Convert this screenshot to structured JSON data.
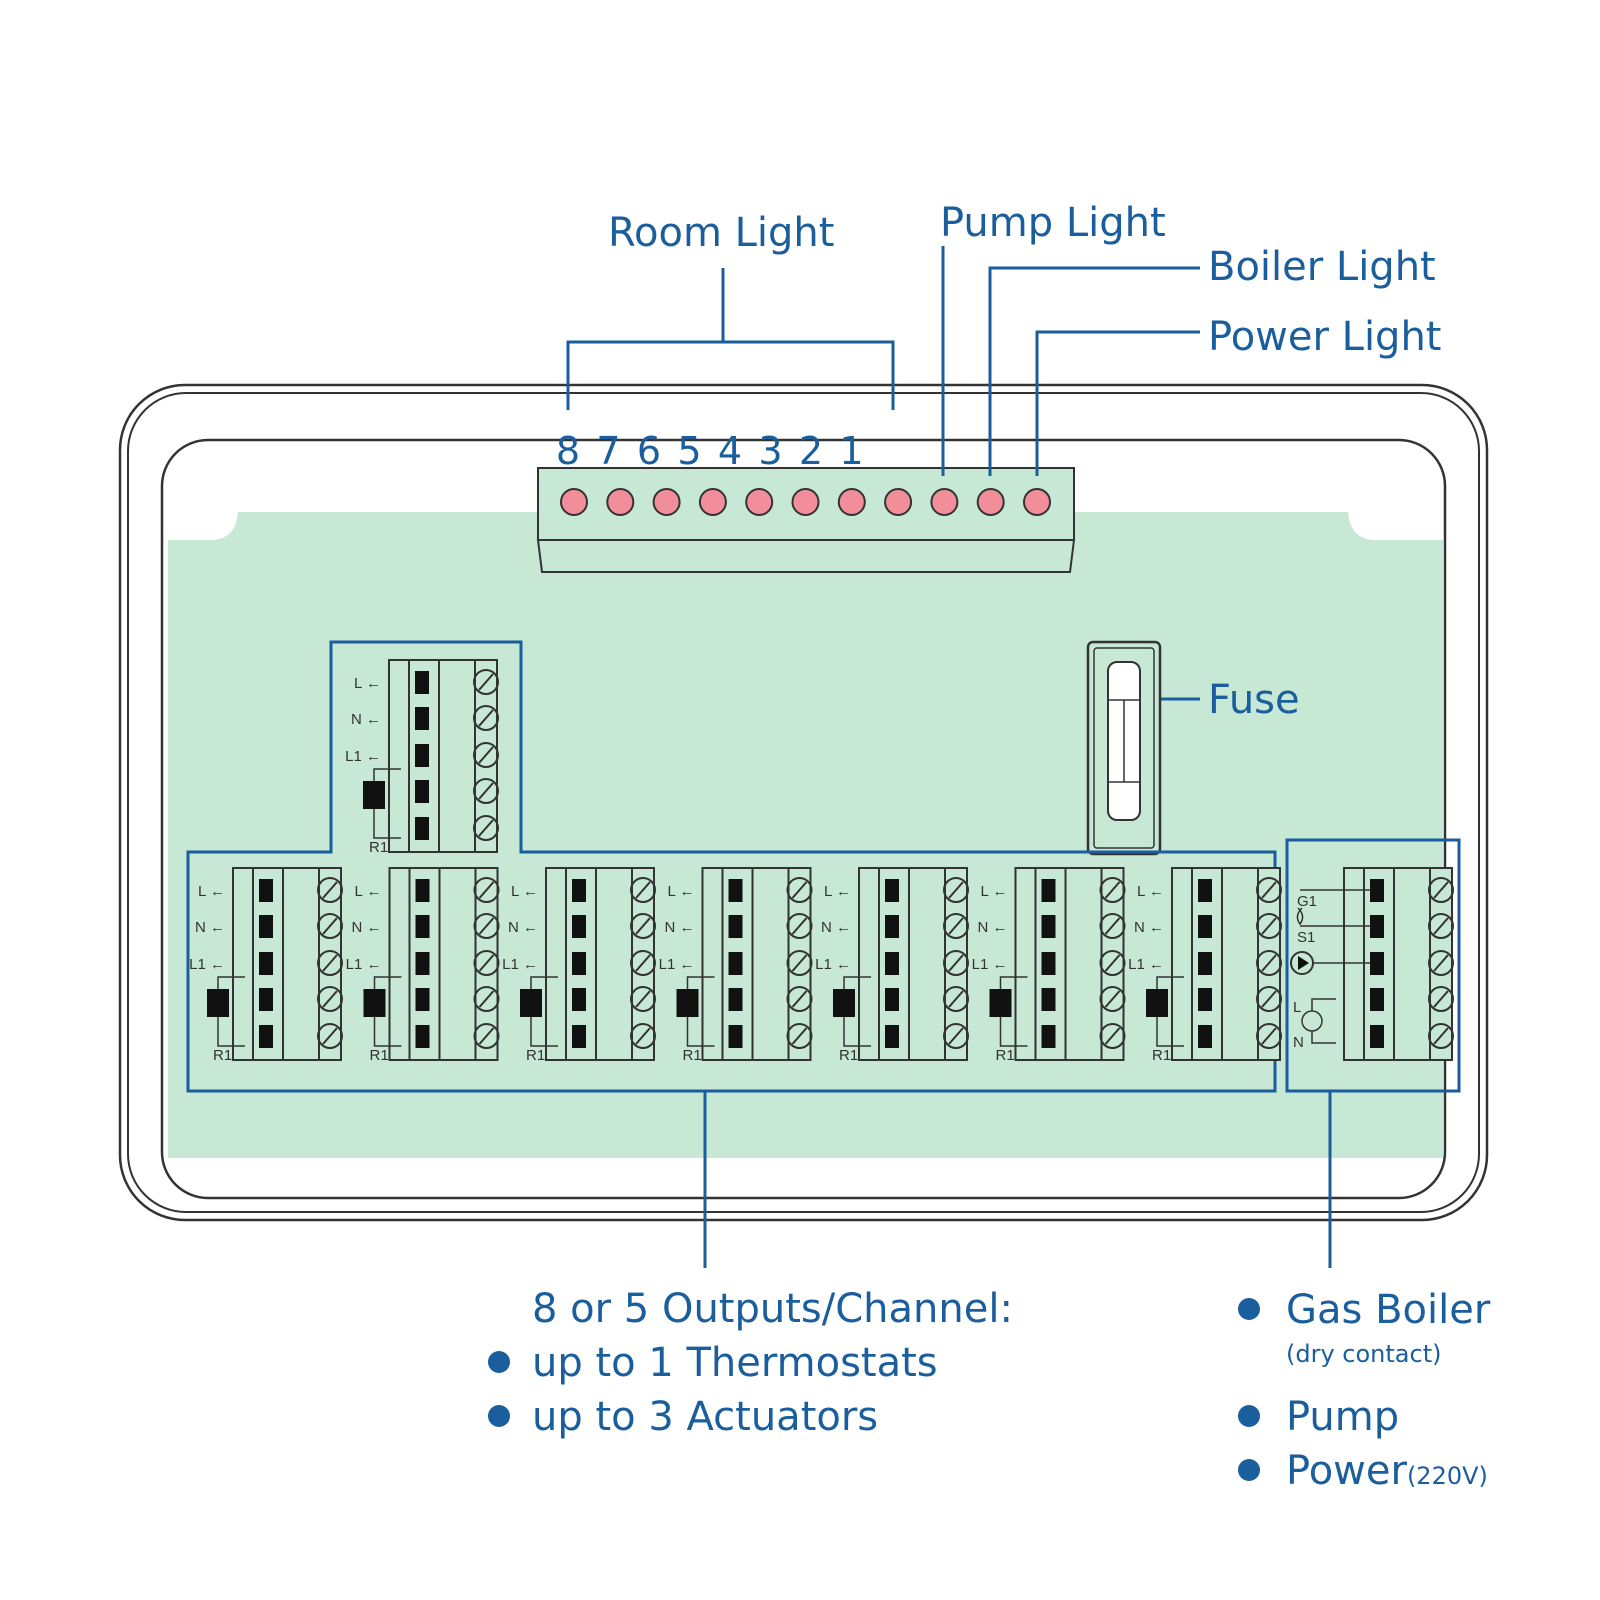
{
  "labels": {
    "room_light": "Room Light",
    "pump_light": "Pump Light",
    "boiler_light": "Boiler Light",
    "power_light": "Power Light",
    "fuse": "Fuse"
  },
  "room_numbers": [
    "8",
    "7",
    "6",
    "5",
    "4",
    "3",
    "2",
    "1"
  ],
  "terminal_labels": {
    "l": "L",
    "n": "N",
    "l1": "L1",
    "arrow": "←",
    "r1": "R1"
  },
  "boiler_terminal_labels": {
    "g1": "G1",
    "s1": "S1",
    "l": "L",
    "n": "N"
  },
  "outputs": {
    "heading": "8 or 5 Outputs/Channel:",
    "bullets": [
      "up to 1 Thermostats",
      "up to 3 Actuators"
    ]
  },
  "right_list": {
    "gas_boiler": "Gas Boiler",
    "gas_boiler_note": "(dry contact)",
    "pump": "Pump",
    "power": "Power",
    "power_note": "(220V)"
  },
  "colors": {
    "accent": "#1a5e9e",
    "board": "#c6e8d5",
    "led": "#f28e9a",
    "outline": "#333333"
  }
}
